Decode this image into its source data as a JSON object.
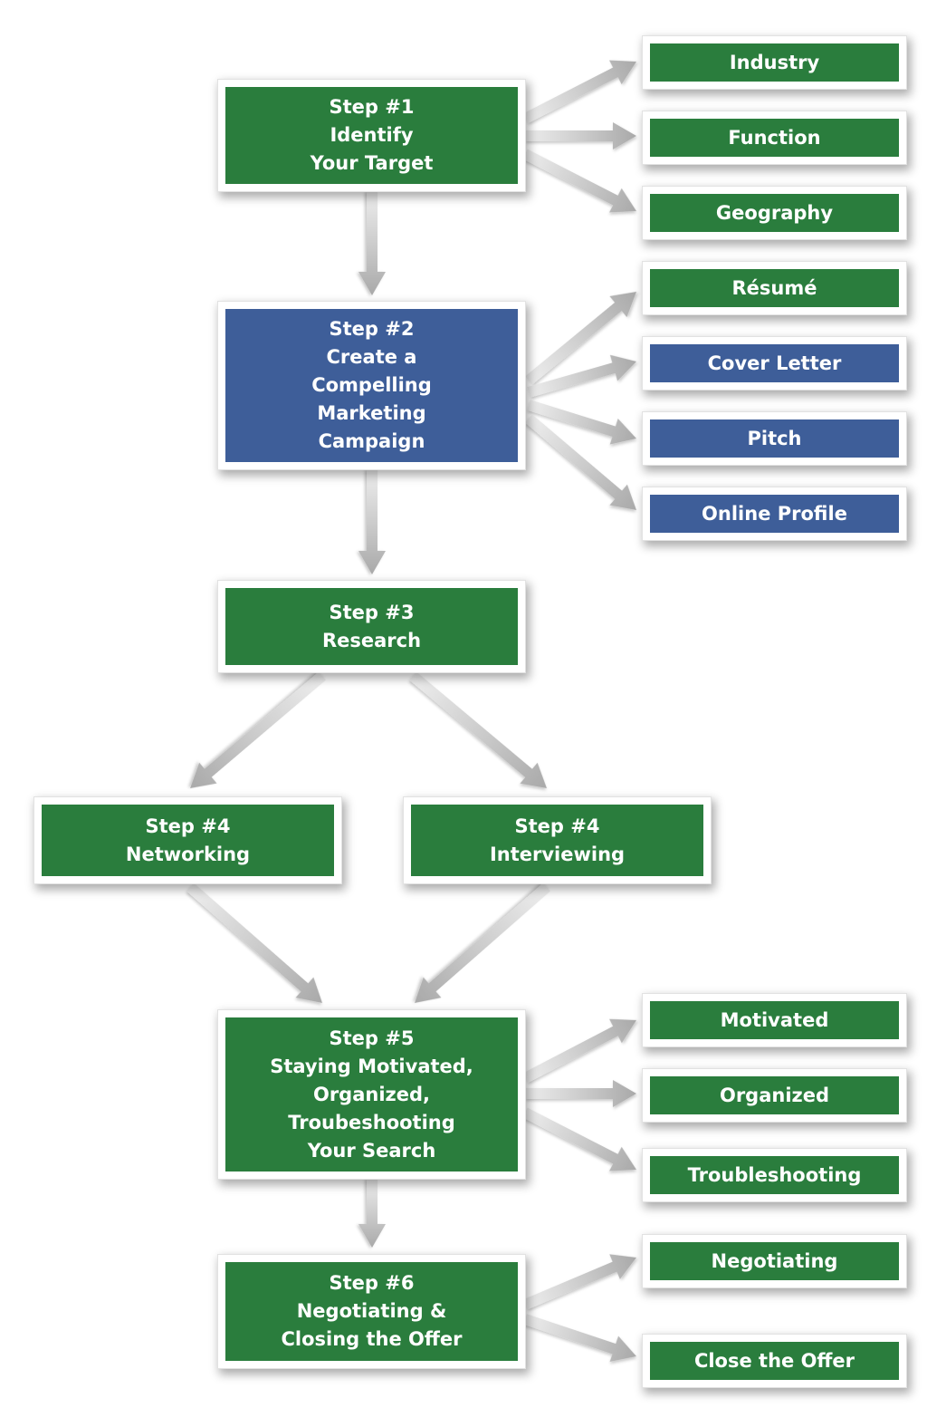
{
  "colors": {
    "green": "#2a7d3d",
    "blue": "#3e5e99",
    "arrow": "#bdbdbd",
    "border": "#ffffff"
  },
  "steps": [
    {
      "id": "step1",
      "color": "green",
      "lines": [
        "Step #1",
        "Identify",
        "Your Target"
      ]
    },
    {
      "id": "step2",
      "color": "blue",
      "lines": [
        "Step #2",
        "Create a",
        "Compelling",
        "Marketing",
        "Campaign"
      ]
    },
    {
      "id": "step3",
      "color": "green",
      "lines": [
        "Step #3",
        "Research"
      ]
    },
    {
      "id": "step4a",
      "color": "green",
      "lines": [
        "Step #4",
        "Networking"
      ]
    },
    {
      "id": "step4b",
      "color": "green",
      "lines": [
        "Step #4",
        "Interviewing"
      ]
    },
    {
      "id": "step5",
      "color": "green",
      "lines": [
        "Step #5",
        "Staying Motivated,",
        "Organized,",
        "Troubeshooting",
        "Your Search"
      ]
    },
    {
      "id": "step6",
      "color": "green",
      "lines": [
        "Step #6",
        "Negotiating &",
        "Closing the Offer"
      ]
    }
  ],
  "leaves": [
    {
      "id": "industry",
      "color": "green",
      "label": "Industry"
    },
    {
      "id": "function",
      "color": "green",
      "label": "Function"
    },
    {
      "id": "geography",
      "color": "green",
      "label": "Geography"
    },
    {
      "id": "resume",
      "color": "green",
      "label": "Résumé"
    },
    {
      "id": "cover-letter",
      "color": "blue",
      "label": "Cover Letter"
    },
    {
      "id": "pitch",
      "color": "blue",
      "label": "Pitch"
    },
    {
      "id": "online-profile",
      "color": "blue",
      "label": "Online Profile"
    },
    {
      "id": "motivated",
      "color": "green",
      "label": "Motivated"
    },
    {
      "id": "organized",
      "color": "green",
      "label": "Organized"
    },
    {
      "id": "troubleshooting",
      "color": "green",
      "label": "Troubleshooting"
    },
    {
      "id": "negotiating",
      "color": "green",
      "label": "Negotiating"
    },
    {
      "id": "close-the-offer",
      "color": "green",
      "label": "Close the Offer"
    }
  ],
  "connections": [
    {
      "from": "step1",
      "to": "industry"
    },
    {
      "from": "step1",
      "to": "function"
    },
    {
      "from": "step1",
      "to": "geography"
    },
    {
      "from": "step1",
      "to": "step2"
    },
    {
      "from": "step2",
      "to": "resume"
    },
    {
      "from": "step2",
      "to": "cover-letter"
    },
    {
      "from": "step2",
      "to": "pitch"
    },
    {
      "from": "step2",
      "to": "online-profile"
    },
    {
      "from": "step2",
      "to": "step3"
    },
    {
      "from": "step3",
      "to": "step4a"
    },
    {
      "from": "step3",
      "to": "step4b"
    },
    {
      "from": "step4a",
      "to": "step5"
    },
    {
      "from": "step4b",
      "to": "step5"
    },
    {
      "from": "step5",
      "to": "motivated"
    },
    {
      "from": "step5",
      "to": "organized"
    },
    {
      "from": "step5",
      "to": "troubleshooting"
    },
    {
      "from": "step5",
      "to": "step6"
    },
    {
      "from": "step6",
      "to": "negotiating"
    },
    {
      "from": "step6",
      "to": "close-the-offer"
    }
  ]
}
